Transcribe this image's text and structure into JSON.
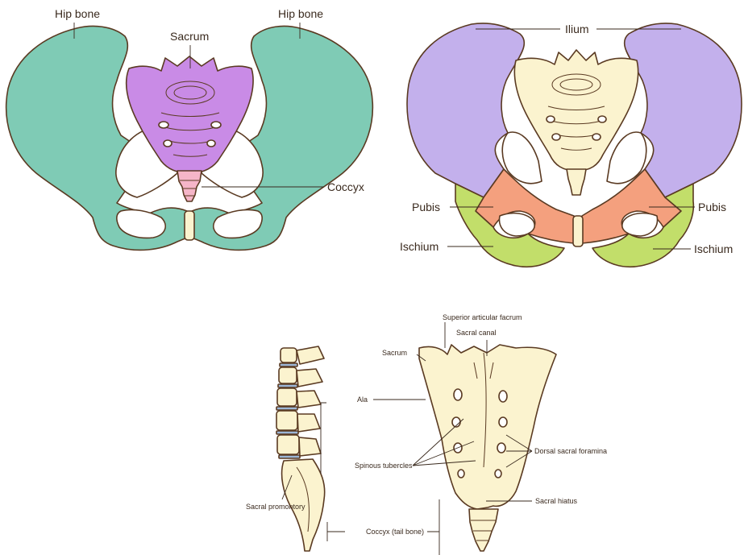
{
  "colors": {
    "hip_bone": "#7fcbb5",
    "sacrum_purple": "#c98be6",
    "coccyx_pink": "#f5b5c8",
    "ilium": "#c3b0ec",
    "pubis": "#f4a07e",
    "ischium": "#c2de6a",
    "bone_cream": "#fbf3cf",
    "outline": "#5a3a22",
    "disc": "#9cb6d6"
  },
  "figure_1": {
    "hip_bone_left": "Hip bone",
    "hip_bone_right": "Hip bone",
    "sacrum": "Sacrum",
    "coccyx": "Coccyx"
  },
  "figure_2": {
    "ilium": "Ilium",
    "pubis_left": "Pubis",
    "pubis_right": "Pubis",
    "ischium_left": "Ischium",
    "ischium_right": "Ischium"
  },
  "figure_3": {
    "superior_articular": "Superior articular facrum",
    "sacral_canal": "Sacral canal",
    "sacrum": "Sacrum",
    "ala": "Ala",
    "dorsal_sacral_foramina": "Dorsal sacral foramina",
    "spinous_tubercles": "Spinous tubercles",
    "sacral_hiatus": "Sacral hiatus",
    "sacral_promontory": "Sacral promontory",
    "coccyx_tail_bone": "Coccyx (tail bone)"
  }
}
